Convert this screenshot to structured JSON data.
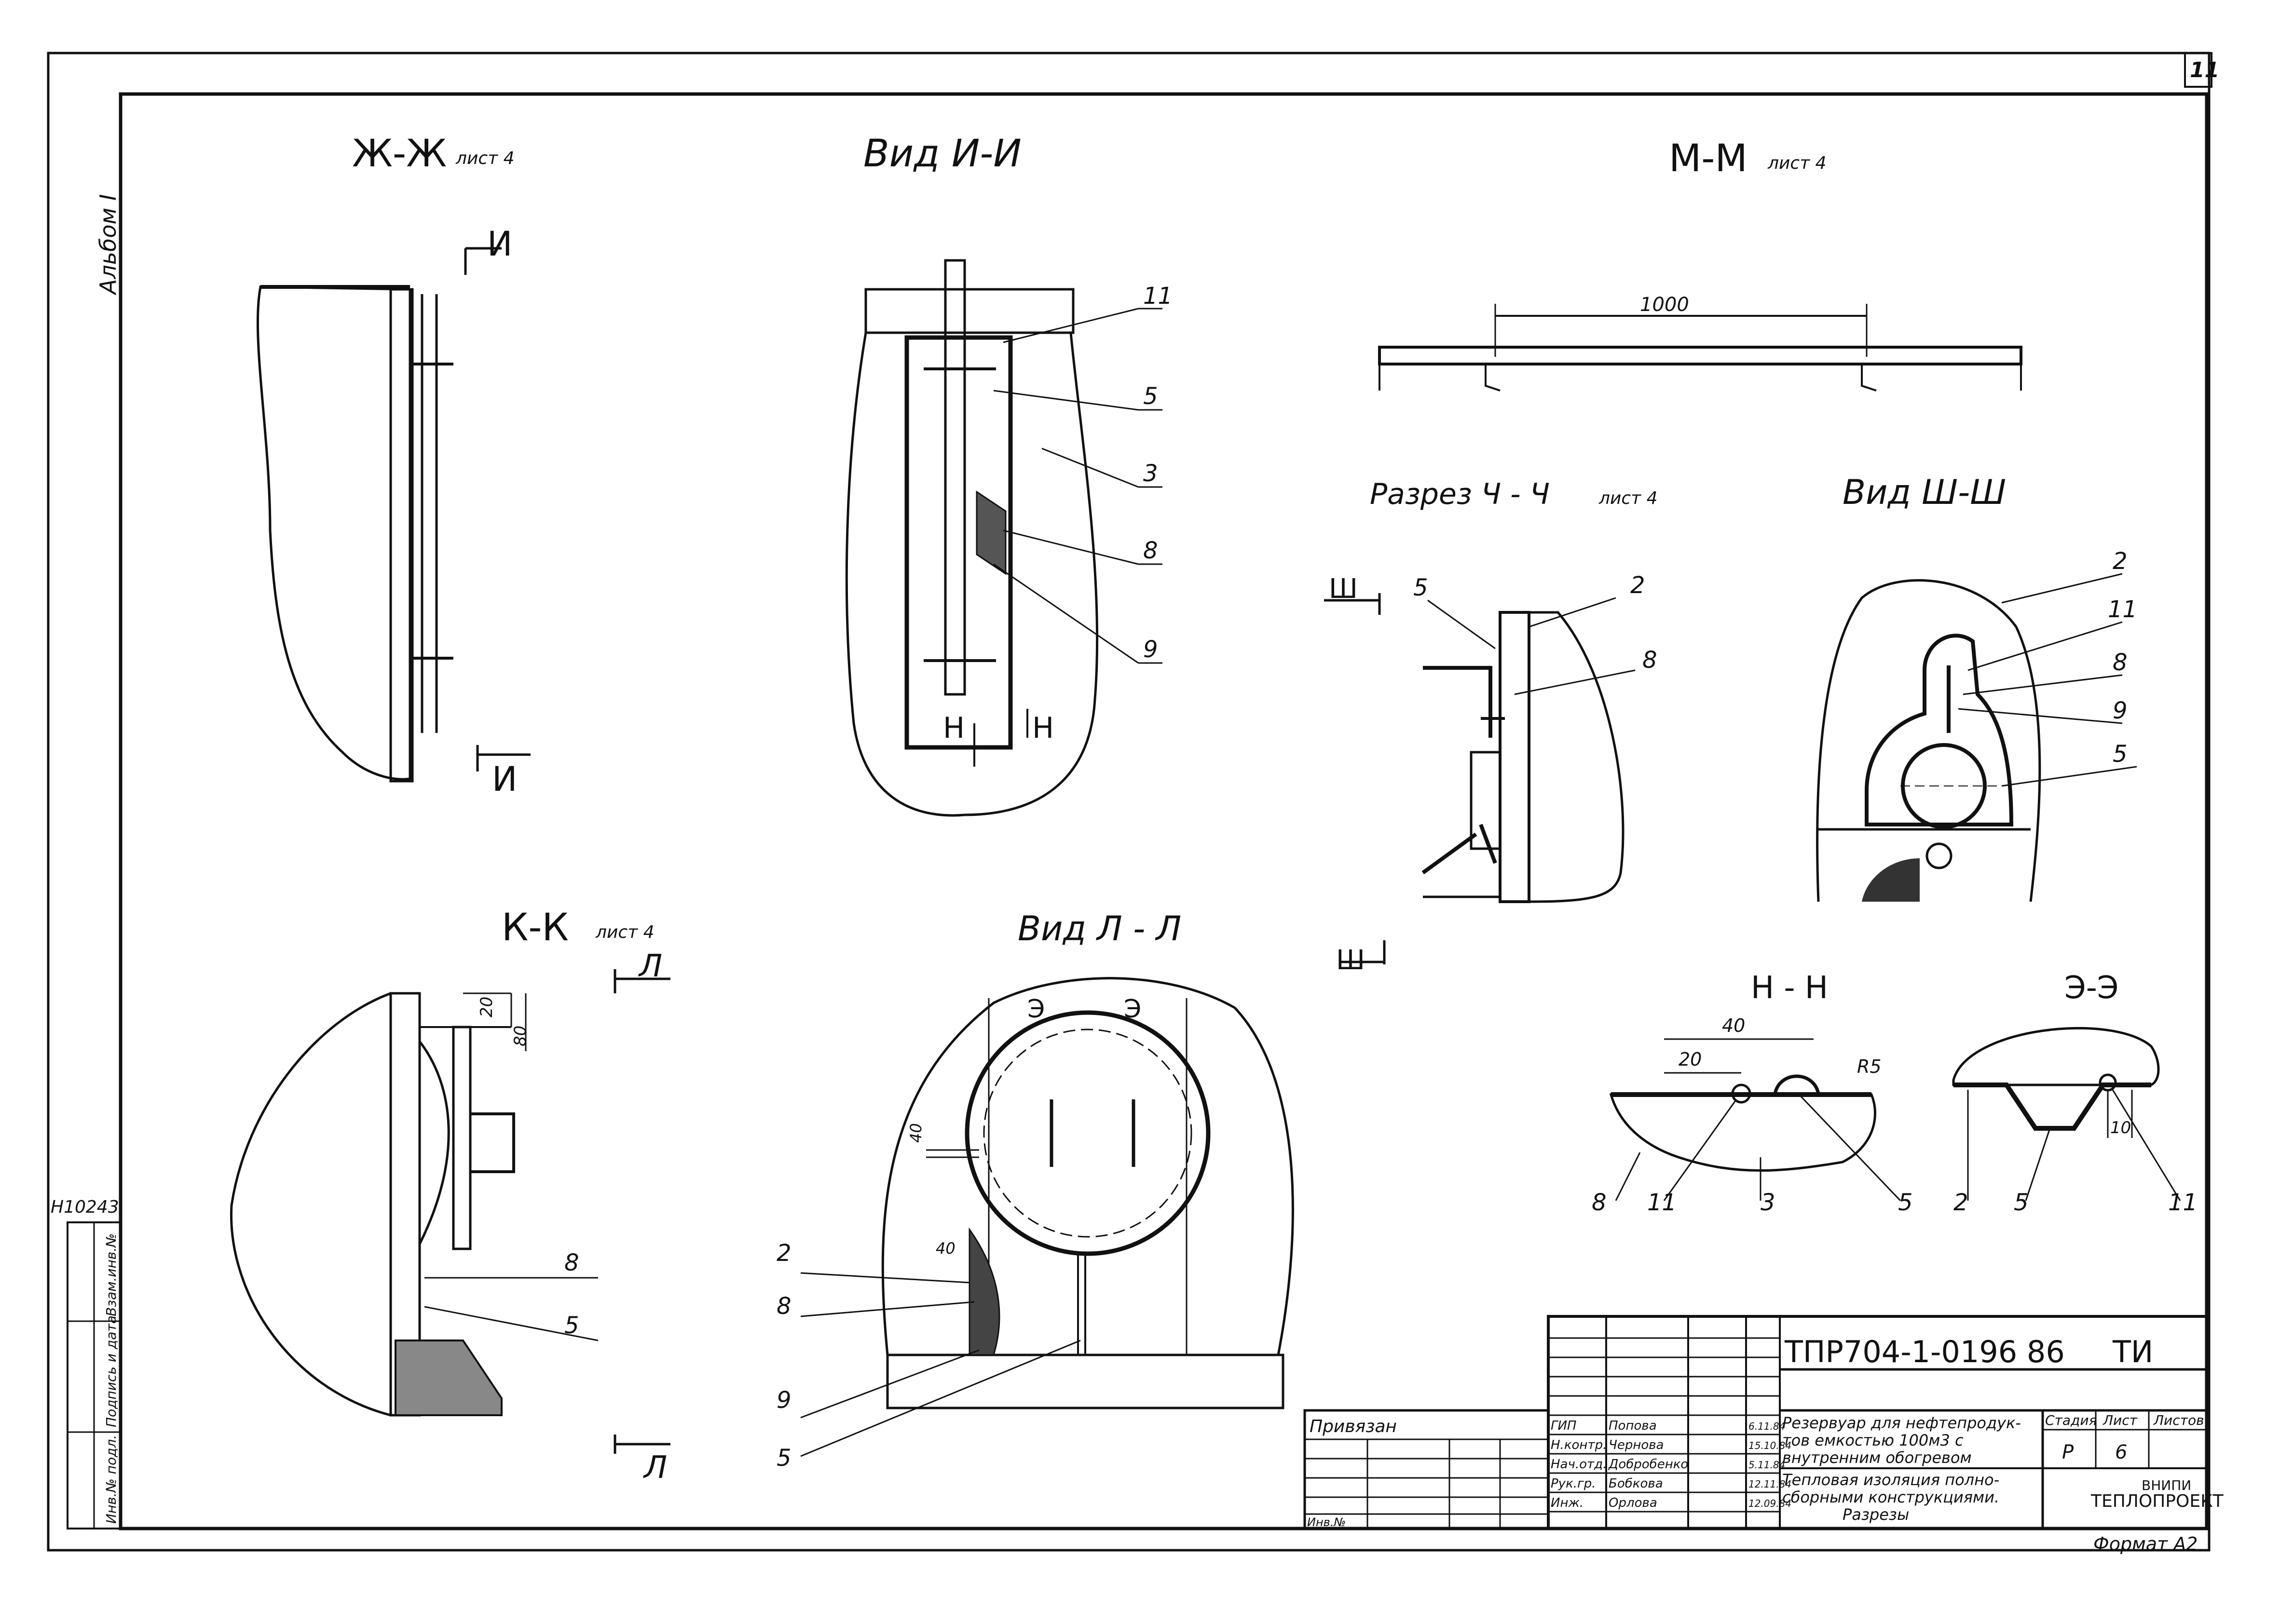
{
  "sheet_number": "11",
  "album": "Альбом I",
  "inv_code": "Н10243",
  "stamp": {
    "col1": "Инв.№ подл.",
    "col2": "Подпись и дата",
    "col3": "Взам.инв.№"
  },
  "views": {
    "zh": {
      "title": "Ж-Ж",
      "ref": "лист 4",
      "cut": "И"
    },
    "vid_i": {
      "title": "Вид И-И",
      "cut": "Н",
      "callouts": [
        "11",
        "5",
        "3",
        "8",
        "9"
      ]
    },
    "m": {
      "title": "М-М",
      "ref": "лист 4",
      "dim": "1000"
    },
    "ch": {
      "title": "Разрез Ч - Ч",
      "ref": "лист 4",
      "cut": "Ш",
      "callouts": [
        "5",
        "2",
        "8"
      ]
    },
    "sh": {
      "title": "Вид Ш-Ш",
      "callouts": [
        "2",
        "11",
        "8",
        "9",
        "5"
      ]
    },
    "k": {
      "title": "К-К",
      "ref": "лист 4",
      "cut_top": "Л",
      "cut_bottom": "Л",
      "dim_a": "20",
      "dim_b": "80",
      "callouts": [
        "8",
        "5"
      ]
    },
    "vid_l": {
      "title": "Вид Л - Л",
      "cut": "Э",
      "dim": "40",
      "dim2": "40",
      "callouts": [
        "2",
        "8",
        "9",
        "5"
      ]
    },
    "n": {
      "title": "Н - Н",
      "dim_a": "40",
      "dim_b": "20",
      "radius": "R5",
      "callouts": [
        "8",
        "11",
        "3",
        "5"
      ]
    },
    "e": {
      "title": "Э-Э",
      "dim": "10",
      "callouts": [
        "2",
        "5",
        "11"
      ]
    }
  },
  "title_block": {
    "code": "ТПР704-1-0196 86",
    "mark": "ТИ",
    "bound": "Привязан",
    "inv_no": "Инв.№",
    "signers": [
      {
        "role": "ГИП",
        "name": "Попова",
        "date": "6.11.84"
      },
      {
        "role": "Н.контр.",
        "name": "Чернова",
        "date": "15.10.84"
      },
      {
        "role": "Нач.отд.",
        "name": "Добробенко",
        "date": "5.11.84"
      },
      {
        "role": "Рук.гр.",
        "name": "Бобкова",
        "date": "12.11.84"
      },
      {
        "role": "Инж.",
        "name": "Орлова",
        "date": "12.09.84"
      }
    ],
    "name_line1": "Резервуар для нефтепродук-",
    "name_line2": "тов емкостью 100м3 с",
    "name_line3": "внутренним обогревом",
    "sheet_line1": "Тепловая изоляция полно-",
    "sheet_line2": "сборными конструкциями.",
    "sheet_line3": "Разрезы",
    "stage_h": "Стадия",
    "list_h": "Лист",
    "lists_h": "Листов",
    "stage": "Р",
    "list": "6",
    "org1": "ВНИПИ",
    "org2": "ТЕПЛОПРОЕКТ",
    "format": "Формат А2"
  }
}
